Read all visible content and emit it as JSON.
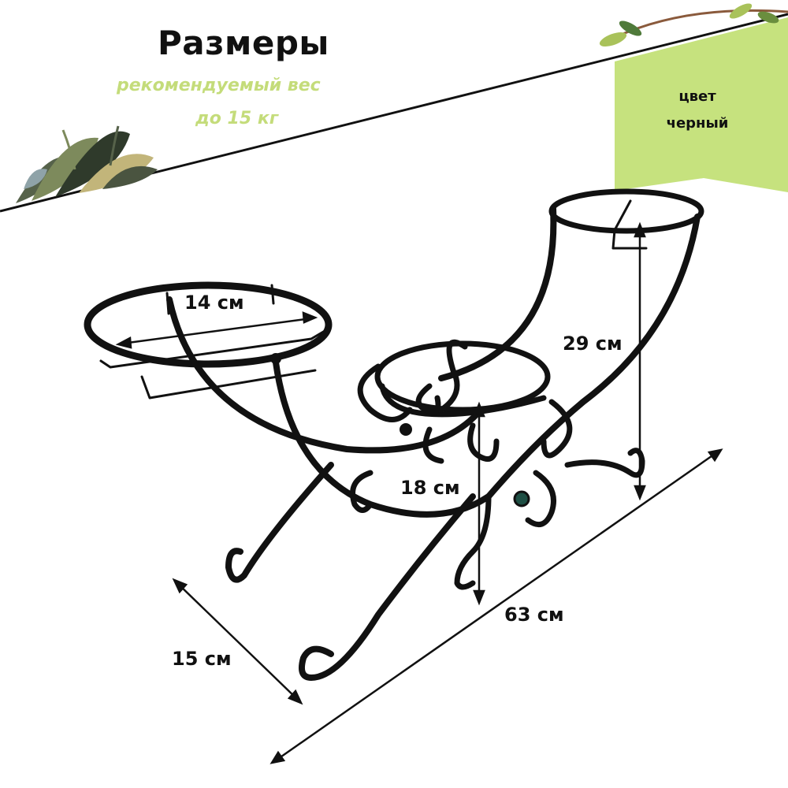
{
  "header": {
    "title": "Размеры",
    "subtitle_line1": "рекомендуемый вес",
    "subtitle_line2": "до 15 кг"
  },
  "badge": {
    "line1": "цвет",
    "line2": "черный",
    "color": "#c6e27e"
  },
  "dimensions": {
    "pot_left_diameter": "14 см",
    "height_right": "29 см",
    "height_middle": "18 см",
    "length": "63 см",
    "depth": "15 см"
  },
  "colors": {
    "accent_green": "#c4dc7a",
    "frame": "#111111"
  },
  "icons": [
    "leaf-cluster-icon",
    "branch-icon"
  ]
}
